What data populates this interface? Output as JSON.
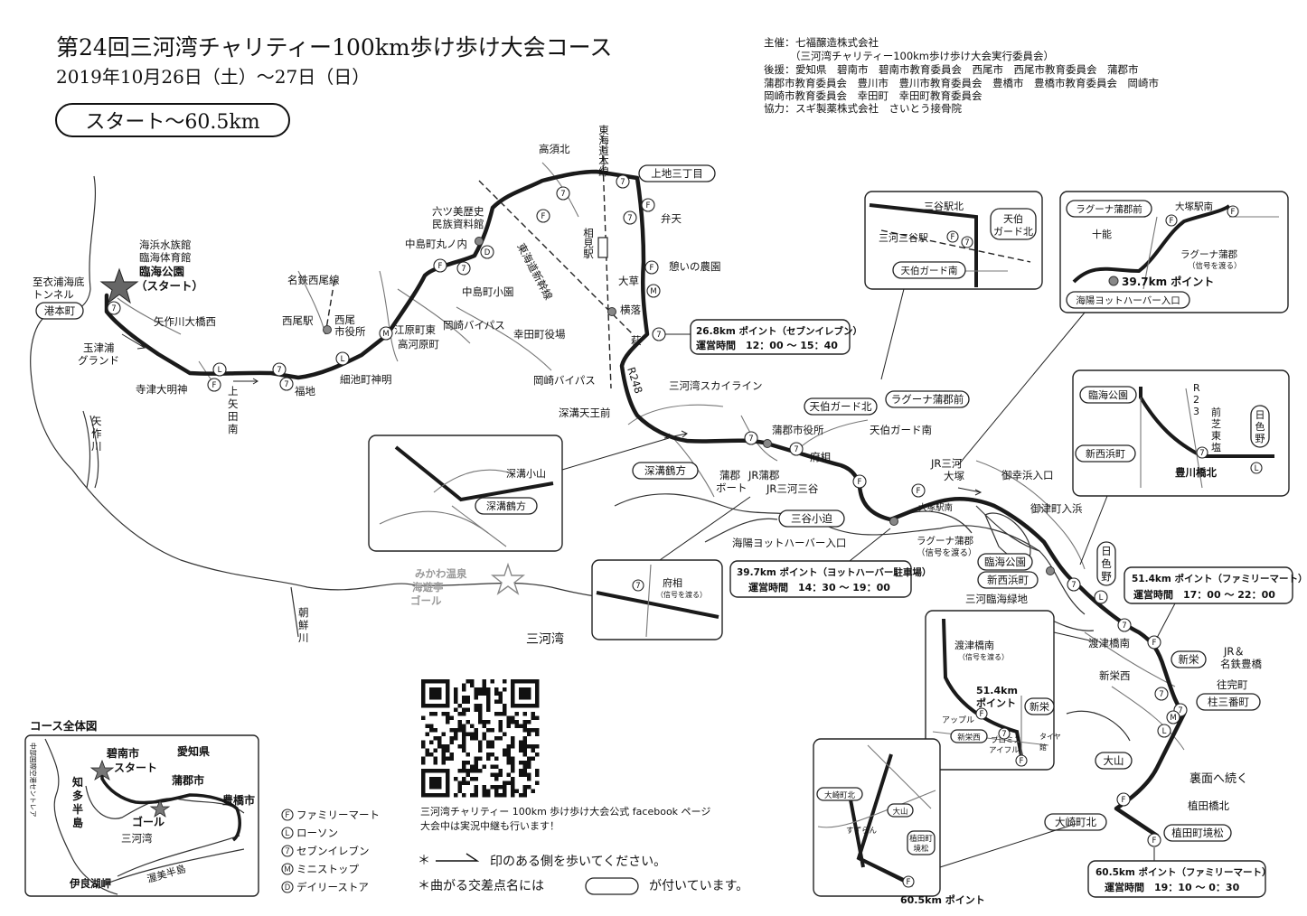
{
  "header": {
    "title": "第24回三河湾チャリティー100km歩け歩け大会コース",
    "date": "2019年10月26日（土）～27日（日）",
    "section_badge": "スタート～60.5km"
  },
  "organizers": {
    "host_label": "主催：",
    "host_1": "七福醸造株式会社",
    "host_2": "（三河湾チャリティー100km歩け歩け大会実行委員会）",
    "support_label": "後援：",
    "support_1": "愛知県　碧南市　碧南市教育委員会　西尾市　西尾市教育委員会　蒲郡市",
    "support_2": "蒲郡市教育委員会　豊川市　豊川市教育委員会　豊橋市　豊橋市教育委員会　岡崎市",
    "support_3": "岡崎市教育委員会　幸田町　幸田町教育委員会",
    "coop_label": "協力：",
    "coop": "スギ製薬株式会社　さいとう接骨院"
  },
  "map_labels": {
    "aquarium_1": "海浜水族館",
    "aquarium_2": "臨海体育館",
    "start_1": "臨海公園",
    "start_2": "（スタート）",
    "tunnel_1": "至衣浦海底",
    "tunnel_2": "トンネル",
    "minatohoncho": "港本町",
    "tamatsuura_1": "玉津浦",
    "tamatsuura_2": "グランド",
    "yahagi_bridge": "矢作川大橋西",
    "teratsu": "寺津大明神",
    "kamiyada_1": "上",
    "kamiyada_2": "矢",
    "kamiyada_3": "田",
    "kamiyada_4": "南",
    "fukuchi": "福地",
    "hosoike": "細池町神明",
    "meitetsu_nishio": "名鉄西尾線",
    "nishio_sta": "西尾駅",
    "nishio_city_1": "西尾",
    "nishio_city_2": "市役所",
    "egawara": "江原町東",
    "takagawara": "高河原町",
    "okazaki_bypass": "岡崎バイパス",
    "nakajima_marunouchi": "中島町丸ノ内",
    "mutsumi_1": "六ツ美歴史",
    "mutsumi_2": "民族資料館",
    "nakajima_kozono": "中島町小園",
    "tokaido_shinkansen": "東海道新幹線",
    "takasukita": "高須北",
    "tokaido_line": "東海道本線",
    "aimi": "相見駅",
    "kamiji": "上地三丁目",
    "benten": "弁天",
    "ikoi": "憩いの農園",
    "okusa": "大草",
    "kota_office": "幸田町役場",
    "yokoochi": "横落",
    "hagi": "萩",
    "okazaki_bypass2": "岡崎バイパス",
    "r248": "R248",
    "skyline": "三河湾スカイライン",
    "fukozu_tenno": "深溝天王前",
    "fukozu_tsurukata": "深溝鶴方",
    "fukozu_koyama": "深溝小山",
    "gamagori_office": "蒲郡市役所",
    "fuso": "府相",
    "tenpaku_n": "天伯ガード北",
    "tenpaku_s": "天伯ガード南",
    "laguna_mae": "ラグーナ蒲郡前",
    "jr_gamagori": "JR蒲郡",
    "gamagori_boat_1": "蒲郡",
    "gamagori_boat_2": "ボート",
    "jr_mikawamiya": "JR三河三谷",
    "miya_kohasama": "三谷小迫",
    "kaiyo_yacht": "海陽ヨットハーバー入口",
    "jr_mikawaotsuka_1": "JR三河",
    "jr_mikawaotsuka_2": "大塚",
    "otsuka_sta": "大塚駅南",
    "laguna_g_1": "ラグーナ蒲郡",
    "laguna_g_2": "（信号を渡る）",
    "gokohama": "御幸浜入口",
    "mitsu_irihama": "御津町入浜",
    "rinkai_park": "臨海公園",
    "shinnishihama": "新西浜町",
    "mikawa_rinkai": "三河臨海緑地",
    "hiiro_1": "日",
    "hiiro_2": "色",
    "hiiro_3": "野",
    "watatsu_bridge": "渡津橋南",
    "shinei": "新栄",
    "shinei_w": "新栄西",
    "jr_meitetsu_1": "JR＆",
    "jr_meitetsu_2": "名鉄豊橋",
    "ojikan": "往完町",
    "kashiwa": "柱三番町",
    "oyama": "大山",
    "ura": "裏面へ続く",
    "ueda_n": "植田橋北",
    "osaki_n": "大崎町北",
    "ueda_sakaimatsu": "植田町境松",
    "mikawa_bay": "三河湾",
    "choson_1": "朝",
    "choson_2": "鮮",
    "choson_3": "川",
    "yahagi_r_1": "矢",
    "yahagi_r_2": "作",
    "yahagi_r_3": "川",
    "goal_1": "みかわ温泉",
    "goal_2": "海遊亭",
    "goal_3": "ゴール"
  },
  "callouts": {
    "p268_title": "26.8km ポイント（セブンイレブン）",
    "p268_time": "運営時間　12：00 ～ 15：40",
    "p397_title": "39.7km ポイント（ヨットハーバー駐車場）",
    "p397_time": "運営時間　14：30 ～ 19：00",
    "p514_title": "51.4km ポイント（ファミリーマート）",
    "p514_time": "運営時間　17：00 ～ 22：00",
    "p605_title": "60.5km ポイント（ファミリーマート）",
    "p605_time": "運営時間　19：10 ～ 0：30"
  },
  "insets": {
    "miya_sta_n": "三谷駅北",
    "mikawa_miya_sta": "三河三谷駅",
    "tenpaku_gn_1": "天伯",
    "tenpaku_gn_2": "ガード北",
    "tenpaku_gs": "天伯ガード南",
    "laguna_front": "ラグーナ蒲郡前",
    "otsuka_s": "大塚駅南",
    "juno": "十能",
    "laguna_g": "ラグーナ蒲郡",
    "laguna_g_note": "（信号を渡る）",
    "p397": "39.7km ポイント",
    "yacht_entrance": "海陽ヨットハーバー入口",
    "rinkai_park": "臨海公園",
    "r23_1": "R",
    "r23_2": "2",
    "r23_3": "3",
    "maeshiba_1": "前",
    "maeshiba_2": "芝",
    "maeshiba_3": "東",
    "maeshiba_4": "塩",
    "hiirono_1": "日",
    "hiirono_2": "色",
    "hiirono_3": "野",
    "shinnishihama": "新西浜町",
    "toyokawa_bridge": "豊川橋北",
    "fukozu_koyama": "深溝小山",
    "fukozu_tsurukata": "深溝鶴方",
    "fuso": "府相",
    "fuso_note": "（信号を渡る）",
    "watatsu_s": "渡津橋南",
    "watatsu_note": "（信号を渡る）",
    "p514_1": "51.4km",
    "p514_2": "ポイント",
    "apple": "アップル",
    "shinei_w": "新栄西",
    "promise_1": "プロミス",
    "promise_2": "アイフル",
    "tire_1": "タイヤ",
    "tire_2": "館",
    "shinei": "新栄",
    "osaki_n": "大崎町北",
    "suzuran": "すずらん",
    "oyama": "大山",
    "ueda_1": "植田町",
    "ueda_2": "境松",
    "p605": "60.5km ポイント"
  },
  "overview": {
    "title": "コース全体図",
    "hekinan": "碧南市",
    "start": "スタート",
    "aichi": "愛知県",
    "gamagori": "蒲郡市",
    "toyohashi": "豊橋市",
    "goal": "ゴール",
    "mikawa_bay": "三河湾",
    "chita_1": "知",
    "chita_2": "多",
    "chita_3": "半",
    "chita_4": "島",
    "airport": "中部国際空港セントレア",
    "irago": "伊良湖岬",
    "atsumi": "渥美半島"
  },
  "legend": {
    "familymart": "ファミリーマート",
    "lawson": "ローソン",
    "seveneleven": "セブンイレブン",
    "ministop": "ミニストップ",
    "dailystore": "デイリーストア",
    "familymart_icon": "Ｆ",
    "lawson_icon": "Ｌ",
    "seveneleven_icon": "７",
    "ministop_icon": "Ｍ",
    "dailystore_icon": "Ｄ"
  },
  "facebook": {
    "line_1": "三河湾チャリティー 100km 歩け歩け大会公式 facebook ページ",
    "line_2": "大会中は実況中継も行います！"
  },
  "notes": {
    "note_1a": "＊",
    "note_1b": "印のある側を歩いてください。",
    "note_2a": "＊曲がる交差点名には",
    "note_2b": "が付いています。"
  }
}
